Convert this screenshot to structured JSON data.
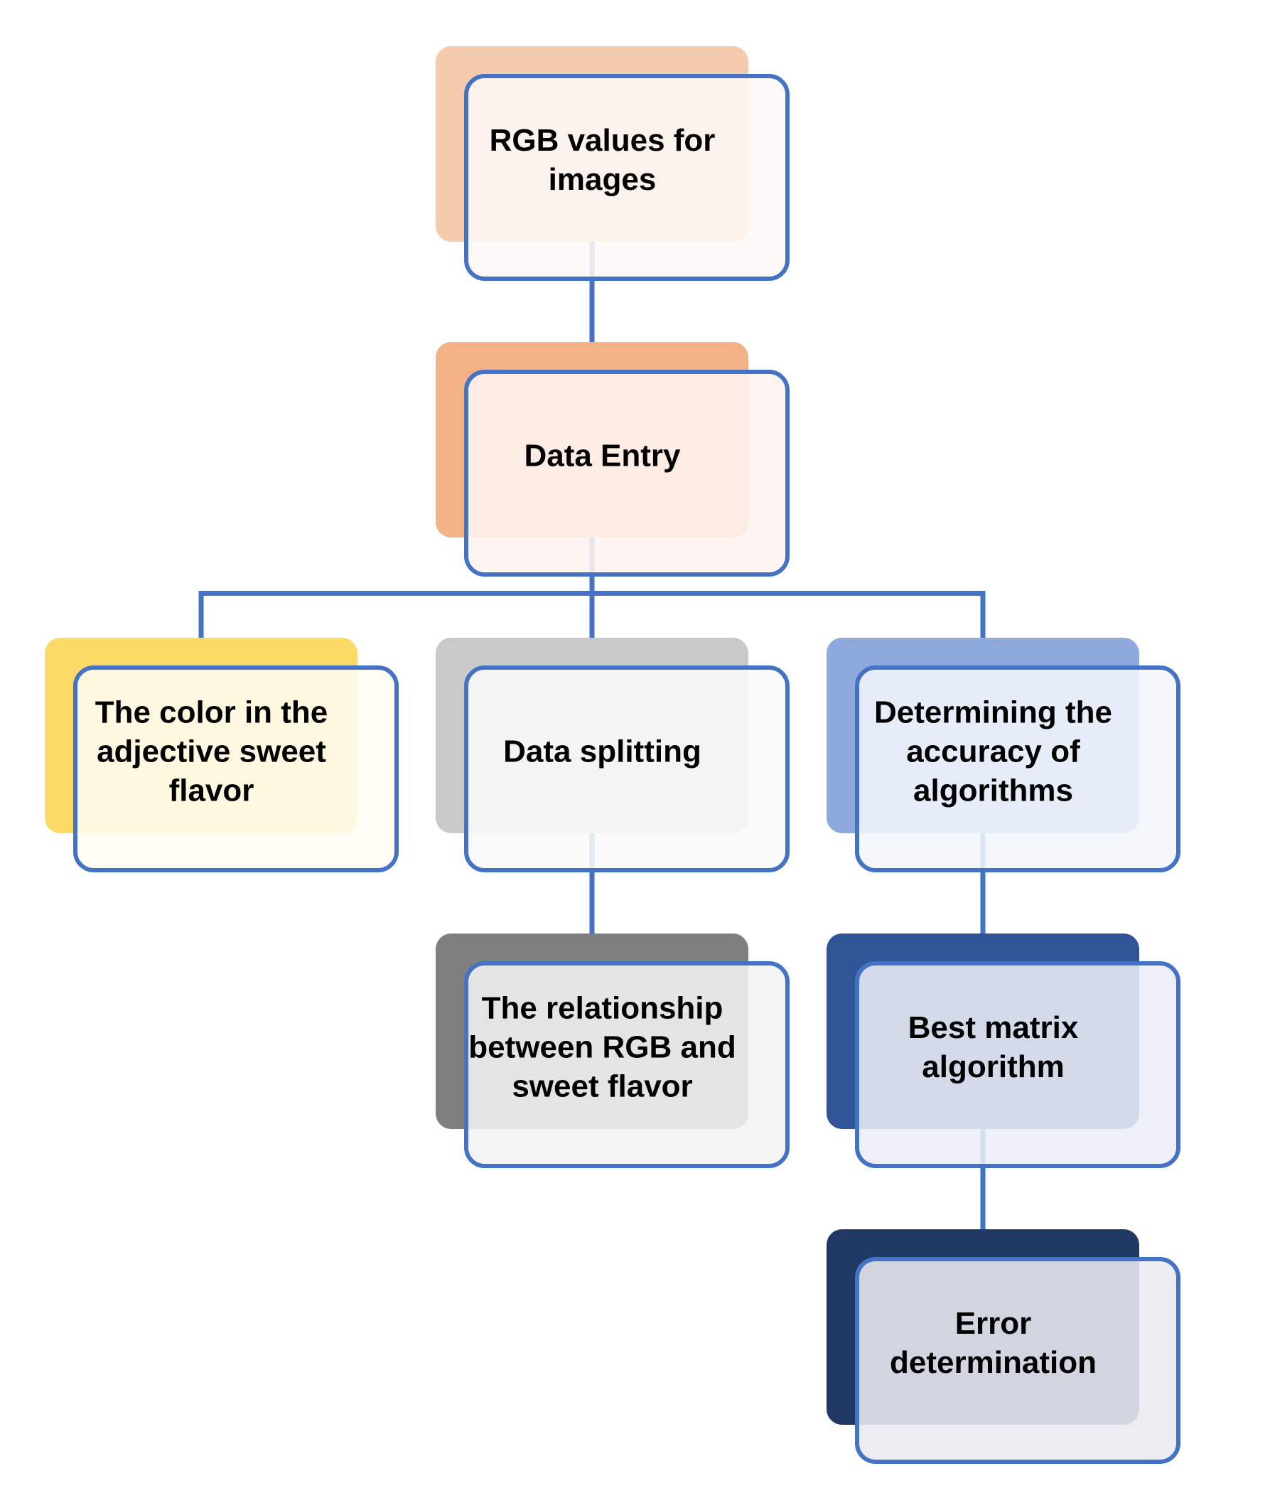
{
  "colors": {
    "connector": "#4472C4",
    "border": "#4472C4",
    "text": "#000000"
  },
  "nodes": [
    {
      "id": "rgb-values",
      "lines": [
        "RGB values for",
        "images"
      ],
      "back_color": "#F5CBAD",
      "fill_color": "#FDF8F5"
    },
    {
      "id": "data-entry",
      "lines": [
        "Data Entry"
      ],
      "back_color": "#F3B186",
      "fill_color": "#FEF4F0"
    },
    {
      "id": "color-adjective",
      "lines": [
        "The color in the",
        "adjective sweet",
        "flavor"
      ],
      "back_color": "#FDD966",
      "fill_color": "#FFFCF2"
    },
    {
      "id": "data-splitting",
      "lines": [
        "Data splitting"
      ],
      "back_color": "#C9C9C9",
      "fill_color": "#F9F9F9"
    },
    {
      "id": "determining-accuracy",
      "lines": [
        "Determining the",
        "accuracy of",
        "algorithms"
      ],
      "back_color": "#8EA9DB",
      "fill_color": "#F3F6FC"
    },
    {
      "id": "relationship",
      "lines": [
        "The relationship",
        "between RGB and",
        "sweet flavor"
      ],
      "back_color": "#7F7F7F",
      "fill_color": "#F2F2F2"
    },
    {
      "id": "best-matrix",
      "lines": [
        "Best matrix",
        "algorithm"
      ],
      "back_color": "#2F5597",
      "fill_color": "#EAEEF6"
    },
    {
      "id": "error-determination",
      "lines": [
        "Error",
        "determination"
      ],
      "back_color": "#203864",
      "fill_color": "#E9EBF0"
    }
  ],
  "edges": [
    {
      "from": "rgb-values",
      "to": "data-entry"
    },
    {
      "from": "data-entry",
      "to": "color-adjective"
    },
    {
      "from": "data-entry",
      "to": "data-splitting"
    },
    {
      "from": "data-entry",
      "to": "determining-accuracy"
    },
    {
      "from": "data-splitting",
      "to": "relationship"
    },
    {
      "from": "determining-accuracy",
      "to": "best-matrix"
    },
    {
      "from": "best-matrix",
      "to": "error-determination"
    }
  ]
}
